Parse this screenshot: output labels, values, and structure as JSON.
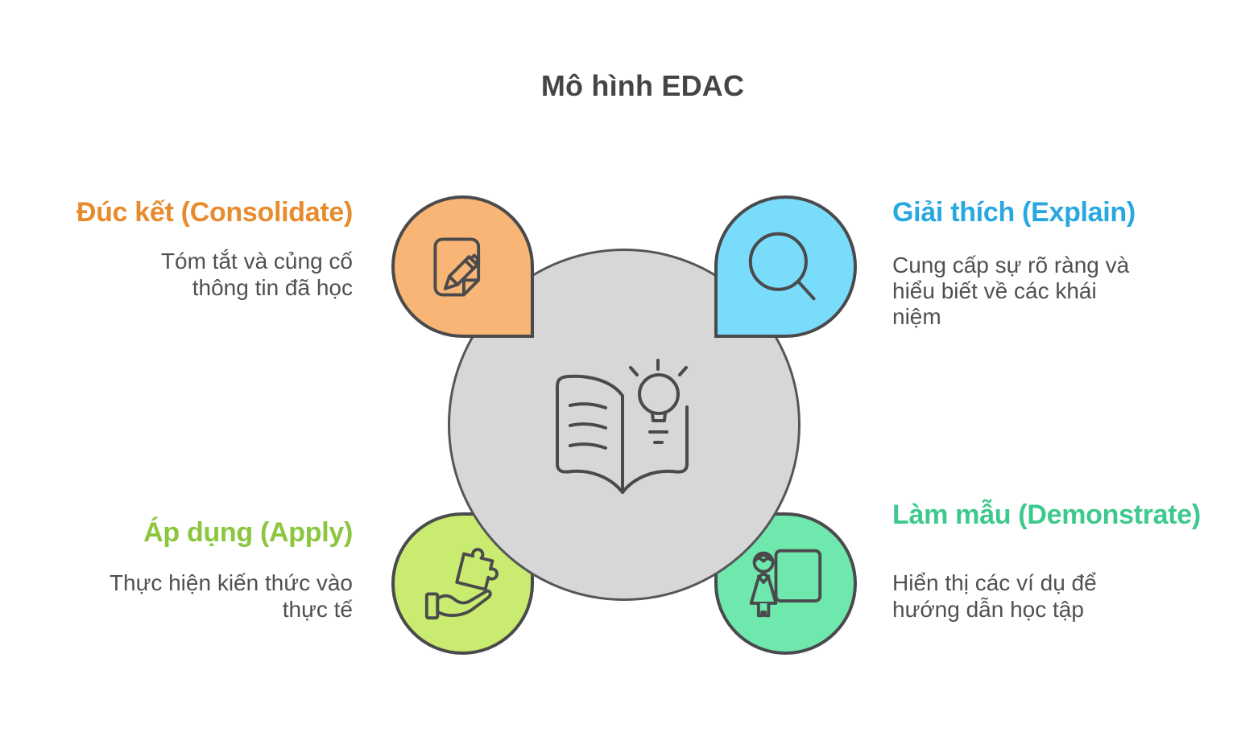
{
  "title": "Mô hình EDAC",
  "colors": {
    "background": "#ffffff",
    "heading_text": "#454547",
    "body_text": "#505052",
    "outline": "#4a4a4c",
    "center_fill": "#d7d7d7",
    "consolidate": {
      "fill": "#f8b576",
      "text": "#e78c2e"
    },
    "explain": {
      "fill": "#7adcfb",
      "text": "#29a8e0"
    },
    "apply": {
      "fill": "#c9ec70",
      "text": "#8cc63f"
    },
    "demonstrate": {
      "fill": "#6fe8ad",
      "text": "#3dc98e"
    }
  },
  "quadrants": {
    "consolidate": {
      "title": "Đúc kết (Consolidate)",
      "lines": [
        "Tóm tắt và củng cố",
        "thông tin đã học"
      ],
      "icon": "note-pencil-icon"
    },
    "explain": {
      "title": "Giải thích (Explain)",
      "lines": [
        "Cung cấp sự rõ ràng và",
        "hiểu biết về các khái",
        "niệm"
      ],
      "icon": "magnifier-icon"
    },
    "apply": {
      "title": "Áp dụng (Apply)",
      "lines": [
        "Thực hiện kiến thức vào",
        "thực tế"
      ],
      "icon": "hand-puzzle-icon"
    },
    "demonstrate": {
      "title": "Làm mẫu (Demonstrate)",
      "lines": [
        "Hiển thị các ví dụ để",
        "hướng dẫn học tập"
      ],
      "icon": "teacher-whiteboard-icon"
    }
  },
  "center": {
    "icon": "open-book-lightbulb-icon"
  }
}
